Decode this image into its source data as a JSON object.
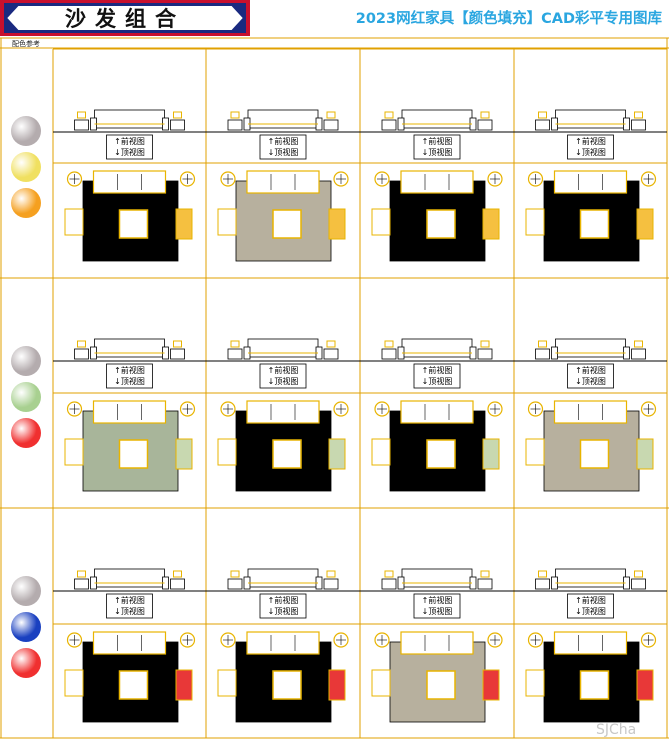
{
  "banner": {
    "title": "沙发组合"
  },
  "header": {
    "title": "2023网红家具【颜色填充】CAD彩平专用图库"
  },
  "swatch_label": "配色参考",
  "swatch_groups": [
    {
      "colors": [
        "#b4acae",
        "#f0e060",
        "#f5a020"
      ]
    },
    {
      "colors": [
        "#b4acae",
        "#a8d090",
        "#f03030"
      ]
    },
    {
      "colors": [
        "#b4acae",
        "#1a40c0",
        "#f03030"
      ]
    }
  ],
  "view_labels": {
    "front": "↑前视图",
    "top": "↓顶视图"
  },
  "watermark": "SJCha"
}
